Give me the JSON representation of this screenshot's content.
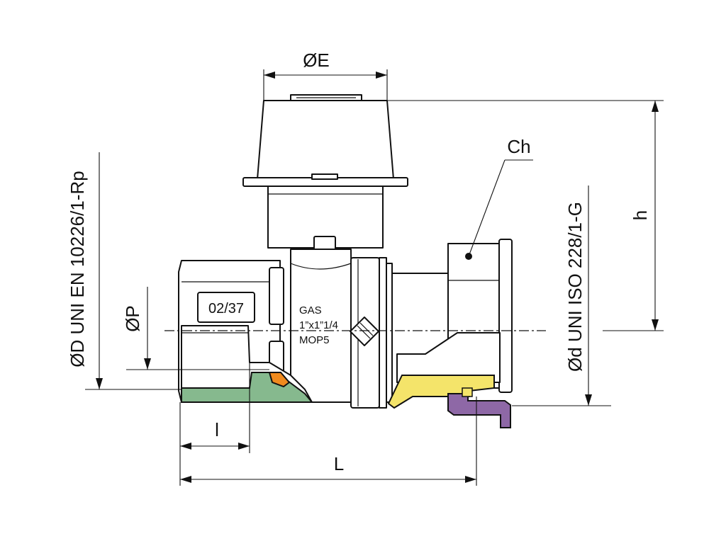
{
  "labels": {
    "dia_E": "ØE",
    "height_h": "h",
    "wrench_Ch": "Ch",
    "dia_P": "ØP",
    "dia_D": "ØD UNI EN 10226/1-Rp",
    "dia_d": "Ød UNI ISO 228/1-G",
    "length_l": "l",
    "length_L": "L"
  },
  "marking": {
    "date_code": "02/37",
    "line1": "GAS",
    "line2": "1”x1”1/4",
    "line3": "MOP5"
  },
  "colors": {
    "seal_green": "#86b98e",
    "insert_orange": "#f08a1e",
    "nut_yellow": "#f4e46a",
    "gasket_purple": "#8e68a6",
    "line": "#111111"
  },
  "icons": [
    "logo-diamond-icon"
  ]
}
